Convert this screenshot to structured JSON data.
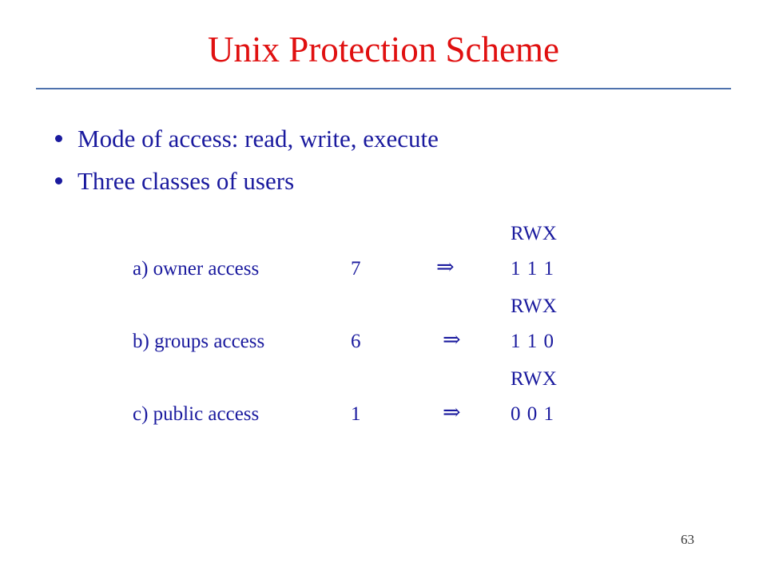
{
  "slide": {
    "title": "Unix Protection Scheme",
    "page_number": "63",
    "colors": {
      "title": "#e01010",
      "body": "#1a1a9e",
      "rule": "#4f72ad",
      "page_number": "#3a3a3a",
      "background": "#ffffff"
    }
  },
  "bullets": [
    {
      "text": "Mode of access:  read, write, execute"
    },
    {
      "text": "Three classes of users"
    }
  ],
  "permissions": {
    "header_label": "RWX",
    "arrow": "⇒",
    "rows": [
      {
        "header": "RWX",
        "label": "a) owner access",
        "octal": "7",
        "arrow": "⇒",
        "bits": "1 1 1"
      },
      {
        "header": "RWX",
        "label": "b) groups access",
        "octal": "6",
        "arrow": "⇒",
        "bits": "1 1 0"
      },
      {
        "header": "RWX",
        "label": "c) public access",
        "octal": "1",
        "arrow": "⇒",
        "bits": "0 0 1"
      }
    ]
  }
}
